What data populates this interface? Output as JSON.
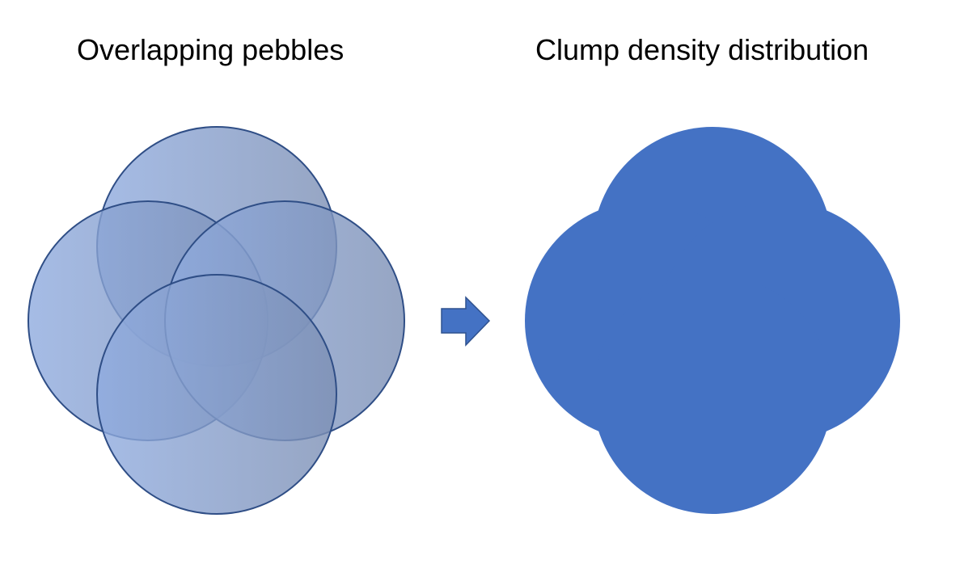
{
  "diagram": {
    "left_title": "Overlapping pebbles",
    "right_title": "Clump density distribution",
    "pebble_count": 4,
    "arrow_direction": "right",
    "colors": {
      "pebble_fill_light": "#8FABDF",
      "pebble_fill_dark": "#7C8FB4",
      "pebble_stroke": "#2F4E86",
      "arrow_fill": "#4472C4",
      "arrow_stroke": "#2F528F",
      "clump_fill": "#4472C4"
    }
  }
}
